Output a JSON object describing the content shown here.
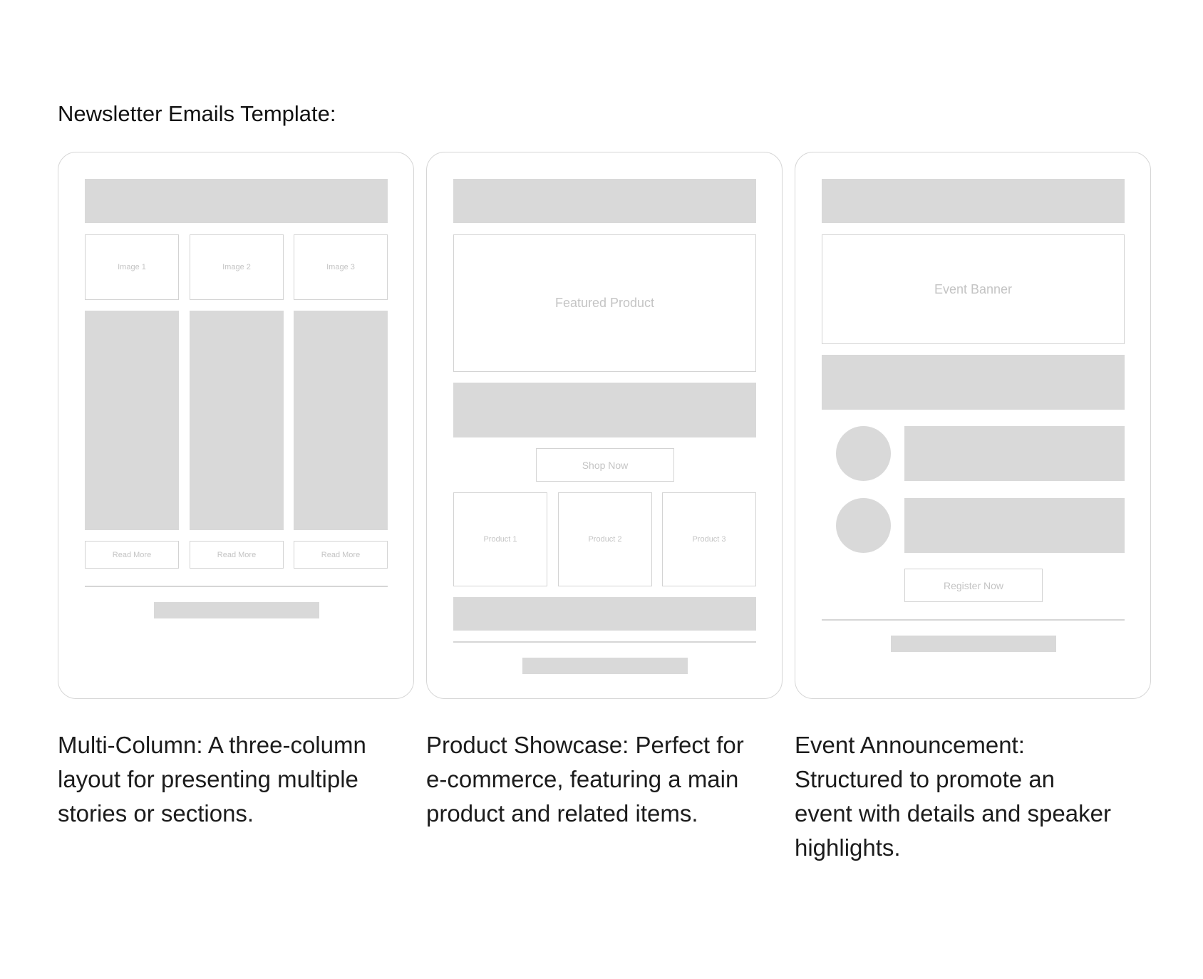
{
  "title": "Newsletter Emails Template:",
  "colors": {
    "placeholder_fill": "#d9d9d9",
    "outline": "#d3d3d3",
    "placeholder_text": "#c4c4c4",
    "text": "#111111"
  },
  "templates": [
    {
      "name": "Multi-Column",
      "images": [
        "Image 1",
        "Image 2",
        "Image 3"
      ],
      "buttons": [
        "Read More",
        "Read More",
        "Read More"
      ],
      "caption_lines": [
        "Multi-Column: A three-column",
        "layout for presenting multiple",
        "stories or sections."
      ]
    },
    {
      "name": "Product Showcase",
      "featured": "Featured Product",
      "cta": "Shop Now",
      "products": [
        "Product 1",
        "Product 2",
        "Product 3"
      ],
      "caption_lines": [
        "Product Showcase: Perfect for",
        "e-commerce, featuring a main",
        "product and related items."
      ]
    },
    {
      "name": "Event Announcement",
      "banner": "Event Banner",
      "cta": "Register Now",
      "caption_lines": [
        "Event Announcement:",
        "Structured to promote an",
        "event with details and speaker",
        "highlights."
      ]
    }
  ]
}
